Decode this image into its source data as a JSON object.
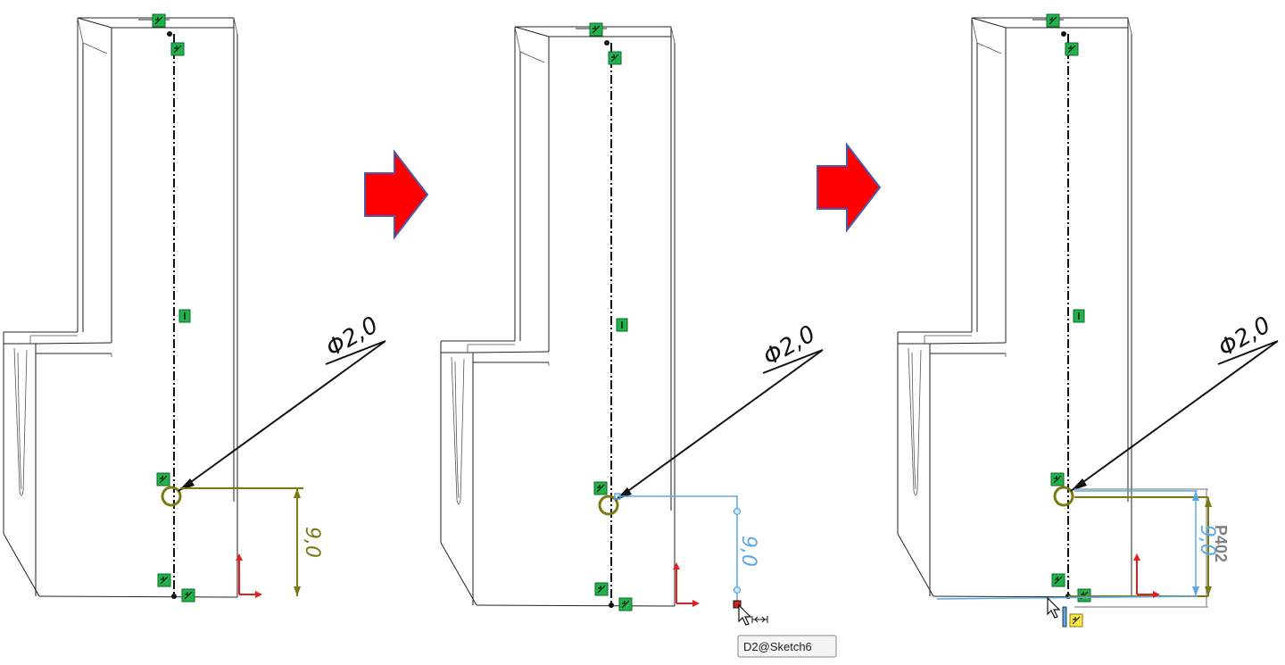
{
  "colors": {
    "model_edge": "#222222",
    "sketch_axis": "#111111",
    "dimension_olive": "#7a7a12",
    "dimension_selected": "#5aa9e6",
    "dimension_gray": "#7f7f7f",
    "relation_green": "#22b14c",
    "relation_yellow": "#ffe94a",
    "arrow_red": "#ff0000",
    "arrow_outline": "#4b5aa8",
    "triad_red": "#e02020"
  },
  "icons": {
    "relation": "sketch-relation-icon",
    "vertical": "vertical-relation-icon",
    "flow_arrow": "red-right-arrow-icon",
    "cursor": "mouse-pointer-icon",
    "triad": "origin-triad-icon"
  },
  "panels": [
    {
      "diameter_label": "Φ2,0",
      "distance_label": "9,0",
      "distance_state": "normal"
    },
    {
      "diameter_label": "Φ2,0",
      "distance_label": "9,0",
      "distance_state": "selected",
      "tooltip": "D2@Sketch6"
    },
    {
      "diameter_label": "Φ2,0",
      "distance_label": "9,0",
      "distance_state": "selected",
      "overlay_label": "P402"
    }
  ]
}
